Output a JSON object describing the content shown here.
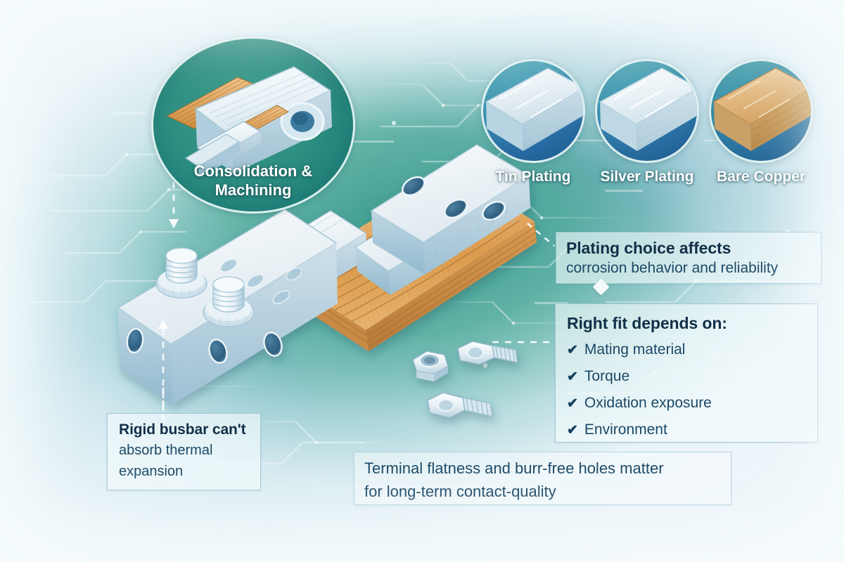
{
  "meta": {
    "title": "Laminated flexible busbar — plating and terminal quality infographic",
    "accent_teal": "#2e8f82",
    "accent_blue": "#2a6ea6",
    "copper": "#d4883f",
    "text_navy": "#16354f",
    "panel_fill": "#f6fbfd"
  },
  "circles": {
    "consolidation": {
      "label_line1": "Consolidation &",
      "label_line2": "Machining",
      "icon": "laminated-busbar-stack-icon"
    },
    "swatches": [
      {
        "id": "tin",
        "label": "Tin Plating",
        "icon": "tin-plated-bar-icon",
        "bar_top": "#eef4f6",
        "bar_side": "#b9cfd8"
      },
      {
        "id": "silver",
        "label": "Silver Plating",
        "icon": "silver-plated-bar-icon",
        "bar_top": "#f2f6f7",
        "bar_side": "#c4d6dd"
      },
      {
        "id": "copper",
        "label": "Bare Copper",
        "icon": "bare-copper-bar-icon",
        "bar_top": "#e4c08a",
        "bar_side": "#c09a62"
      }
    ]
  },
  "callouts": {
    "plating": {
      "title": "Plating choice affects",
      "body": "corrosion behavior and reliability"
    },
    "right_fit": {
      "title": "Right fit depends on:",
      "check_glyph": "✔",
      "items": [
        "Mating material",
        "Torque",
        "Oxidation exposure",
        "Environment"
      ]
    },
    "rigid_busbar": {
      "title": "Rigid busbar can't",
      "body_line1": "absorb thermal",
      "body_line2": "expansion"
    },
    "terminal_quality": {
      "line1": "Terminal flatness and burr-free holes matter",
      "line2": "for long-term contact-quality"
    }
  },
  "illustration": {
    "main_subject": "laminated-flexible-busbar",
    "parts": [
      {
        "name": "left-terminal-block",
        "detail": "tin-plated block with two threaded studs and three mounting holes"
      },
      {
        "name": "copper-lamination-flex",
        "detail": "stacked copper foil laminations forming flexible section"
      },
      {
        "name": "right-terminal-plate",
        "detail": "flat tin-plated pad with three burr-free holes"
      },
      {
        "name": "hex-nut",
        "detail": "loose hex nut hardware"
      },
      {
        "name": "hex-bolt-upper",
        "detail": "loose hex-head bolt"
      },
      {
        "name": "hex-bolt-lower",
        "detail": "loose hex-head bolt"
      }
    ]
  }
}
